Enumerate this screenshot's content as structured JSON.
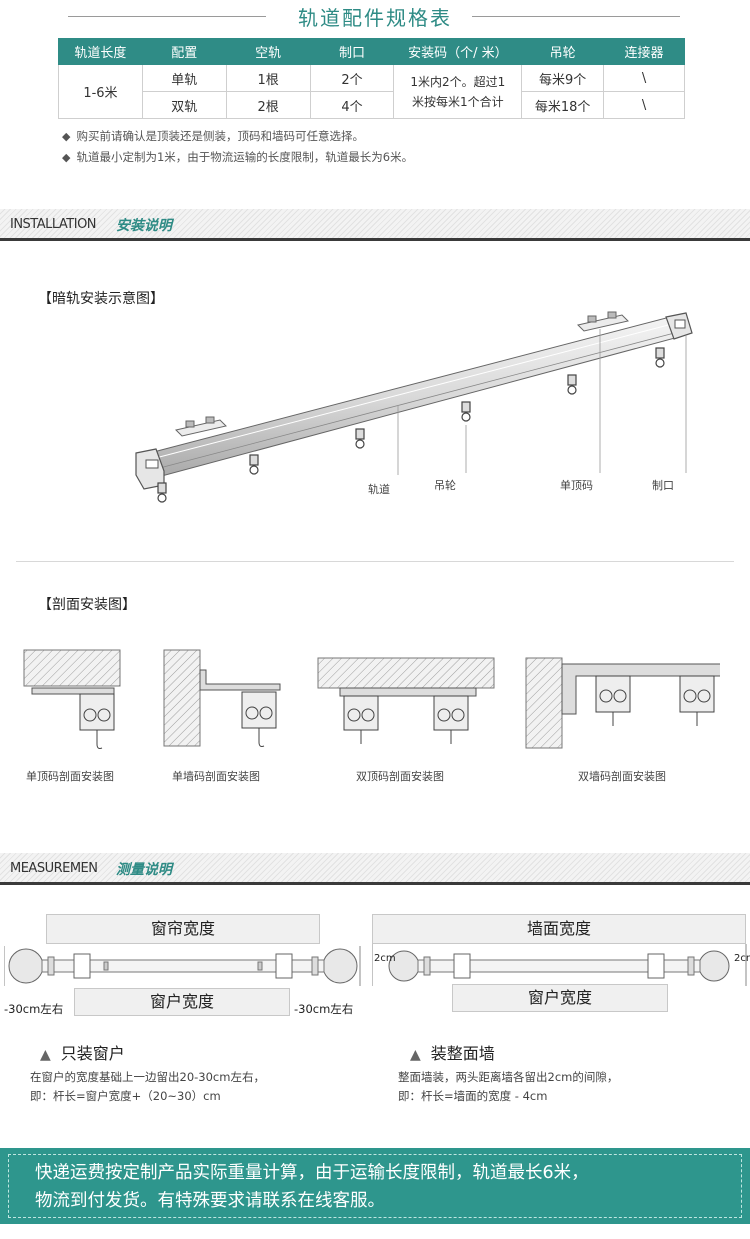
{
  "spec": {
    "title": "轨道配件规格表",
    "headers": [
      "轨道长度",
      "配置",
      "空轨",
      "制口",
      "安装码（个/ 米）",
      "吊轮",
      "连接器"
    ],
    "length": "1-6米",
    "rows": [
      {
        "config": "单轨",
        "rail": "1根",
        "stop": "2个",
        "hook": "每米9个",
        "connector": "\\"
      },
      {
        "config": "双轨",
        "rail": "2根",
        "stop": "4个",
        "hook": "每米18个",
        "connector": "\\"
      }
    ],
    "mount_line1": "1米内2个。超过1",
    "mount_line2": "米按每米1个合计",
    "notes": [
      "购买前请确认是顶装还是侧装，顶码和墙码可任意选择。",
      "轨道最小定制为1米，由于物流运输的长度限制，轨道最长为6米。"
    ],
    "note_bullet": "◆"
  },
  "installation": {
    "en": "INSTALLATION",
    "zh": "安装说明",
    "hidden_title": "【暗轨安装示意图】",
    "labels": {
      "rail": "轨道",
      "hook": "吊轮",
      "top_bracket": "单顶码",
      "stopper": "制口"
    },
    "section_title": "【剖面安装图】",
    "captions": [
      "单顶码剖面安装图",
      "单墙码剖面安装图",
      "双顶码剖面安装图",
      "双墙码剖面安装图"
    ]
  },
  "measurement": {
    "en": "MEASUREMEN",
    "zh": "测量说明",
    "left": {
      "top_box": "窗帘宽度",
      "bottom_box": "窗户宽度",
      "side_left": "-30cm左右",
      "side_right": "-30cm左右",
      "title": "只装窗户",
      "desc1": "在窗户的宽度基础上一边留出20-30cm左右，",
      "desc2": "即：杆长=窗户宽度+（20~30）cm"
    },
    "right": {
      "top_box": "墙面宽度",
      "bottom_box": "窗户宽度",
      "side": "2cm",
      "title": "装整面墙",
      "desc1": "整面墙装，两头距离墙各留出2cm的间隙，",
      "desc2": "即：杆长=墙面的宽度 - 4cm"
    },
    "tri": "▲"
  },
  "banner": {
    "line1": "快递运费按定制产品实际重量计算，由于运输长度限制，轨道最长6米，",
    "line2": "物流到付发货。有特殊要求请联系在线客服。"
  },
  "colors": {
    "teal": "#2e8b85",
    "banner": "#2e968d"
  }
}
